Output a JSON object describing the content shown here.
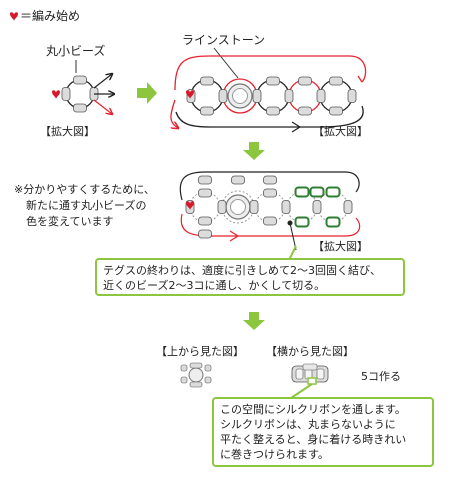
{
  "legend": {
    "heart": "♥",
    "text": "＝編み始め"
  },
  "labels": {
    "small_bead": "丸小ビーズ",
    "rhinestone": "ラインストーン",
    "enlarged_1": "【拡大図】",
    "enlarged_2": "【拡大図】",
    "enlarged_3": "【拡大図】",
    "color_note": [
      "※分かりやすくするために、",
      "新たに通す丸小ビーズの",
      "色を変えています"
    ],
    "view_top": "【上から見た図】",
    "view_side": "【横から見た図】",
    "make_count": "5コ作る"
  },
  "notes": {
    "end_of_thread": [
      "テグスの終わりは、適度に引きしめて2〜3回固く結び、",
      "近くのビーズ2〜3コに通し、かくして切る。"
    ],
    "ribbon": [
      "この空間にシルクリボンを通します。",
      "シルクリボンは、丸まらないように",
      "平たく整えると、身に着ける時きれい",
      "に巻きつけられます。"
    ]
  },
  "colors": {
    "accent_green": "#8cc63f",
    "thread_red": "#e8222e",
    "bead_green": "#2e7d32",
    "heart_red": "#d7182a",
    "outline": "#333333"
  }
}
